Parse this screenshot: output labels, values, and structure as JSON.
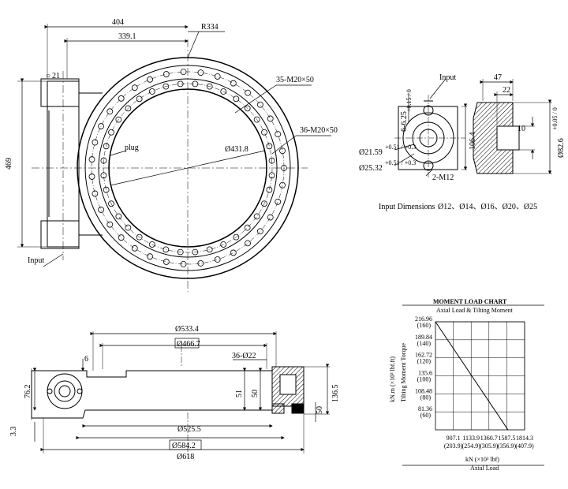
{
  "top_view": {
    "dims": {
      "d404": "404",
      "d339": "339.1",
      "r334": "R334",
      "d21": "21",
      "d469": "469",
      "bolts_outer": "35-M20×50",
      "bolts_inner": "36-M20×50",
      "d431": "Ø431.8",
      "plug": "plug",
      "input": "Input"
    }
  },
  "detail_view": {
    "input": "Input",
    "d47": "47",
    "d22": "22",
    "d10": "10",
    "d82": "Ø82.6",
    "d82_tol": "+0.05 / 0",
    "d106": "106.4",
    "d625": "6-6.25",
    "d625_tol": "+0.15 / 0",
    "d2159": "Ø21.59",
    "d2159_tol": "+0.51 / +0.3",
    "d2532": "Ø25.32",
    "d2532_tol": "+0.51 / +0.3",
    "m12": "2-M12",
    "input_dims_label": "Input Dimensions",
    "input_dims_values": "Ø12、Ø14、Ø16、Ø20、Ø25"
  },
  "side_view": {
    "d5334": "Ø533.4",
    "d4667": "Ø466.7",
    "d36_22": "36-Ø22",
    "d6": "6",
    "d762": "76.2",
    "d51": "51",
    "d50": "50",
    "d1365": "136.5",
    "d50b": "50",
    "d33": "3.3",
    "d5255": "Ø525.5",
    "d5842": "Ø584.2",
    "d618": "Ø618"
  },
  "chart_data": {
    "type": "line",
    "title": "MOMENT LOAD CHART",
    "subtitle": "Axial Load & Tilting Moment",
    "xlabel": "kN   (×10³ lbf)",
    "xlabel2": "Axial Load",
    "ylabel": "kN.m   (×10³ lbf.ft)",
    "ylabel2": "Tilting Moment Torque",
    "x_ticks": [
      "907.1",
      "1133.9",
      "1360.7",
      "1587.5",
      "1814.3"
    ],
    "x_ticks_alt": [
      "(203.9)",
      "(254.9)",
      "(305.9)",
      "(356.9)",
      "(407.9)"
    ],
    "y_ticks": [
      "216.96",
      "189.84",
      "162.72",
      "135.6",
      "108.48",
      "81.36"
    ],
    "y_ticks_alt": [
      "(160)",
      "(140)",
      "(120)",
      "(100)",
      "(80)",
      "(60)"
    ],
    "xlim": [
      680.3,
      1814.3
    ],
    "ylim": [
      54.24,
      216.96
    ],
    "grid": true,
    "series": [
      {
        "x": [
          680.3,
          1603.0
        ],
        "y": [
          216.96,
          54.24
        ]
      }
    ]
  }
}
